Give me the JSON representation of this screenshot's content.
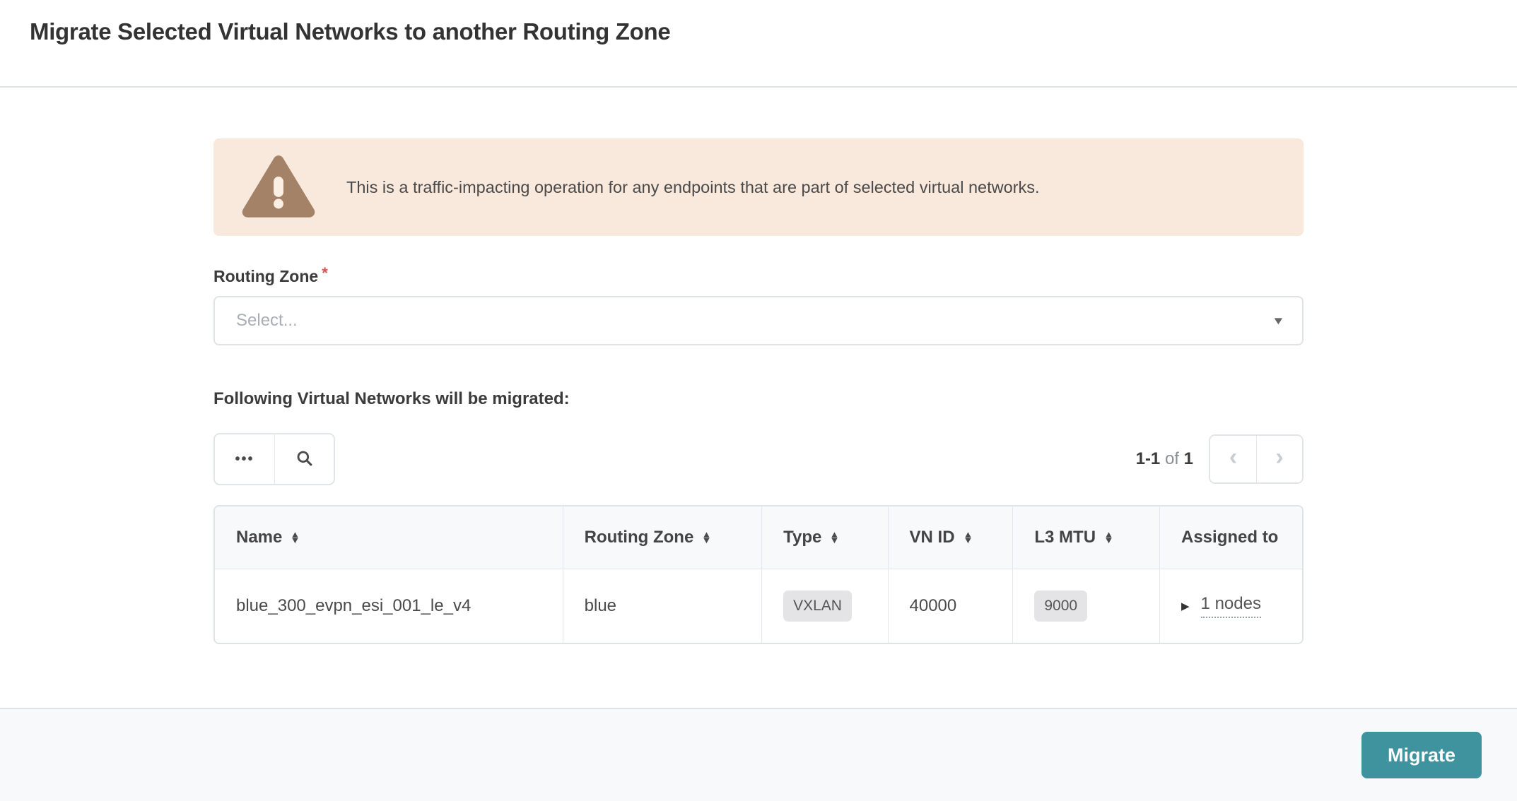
{
  "page": {
    "title": "Migrate Selected Virtual Networks to another Routing Zone"
  },
  "warning": {
    "text": "This is a traffic-impacting operation for any endpoints that are part of selected virtual networks."
  },
  "form": {
    "routing_zone_label": "Routing Zone",
    "required_marker": "*",
    "select_placeholder": "Select..."
  },
  "section": {
    "heading": "Following Virtual Networks will be migrated:"
  },
  "icons": {
    "ellipsis": "•••",
    "caret_down": "▼",
    "sort_asc": "▲",
    "sort_desc": "▼",
    "chevron_left": "‹",
    "chevron_right": "›",
    "expander_right": "▶"
  },
  "pagination": {
    "range": "1-1",
    "of_word": "of",
    "total": "1"
  },
  "table": {
    "columns": [
      {
        "label": "Name",
        "sortable": true
      },
      {
        "label": "Routing Zone",
        "sortable": true
      },
      {
        "label": "Type",
        "sortable": true
      },
      {
        "label": "VN ID",
        "sortable": true
      },
      {
        "label": "L3 MTU",
        "sortable": true
      },
      {
        "label": "Assigned to",
        "sortable": false
      }
    ],
    "rows": [
      {
        "name": "blue_300_evpn_esi_001_le_v4",
        "routing_zone": "blue",
        "type": "VXLAN",
        "vn_id": "40000",
        "l3_mtu": "9000",
        "assigned_to": "1 nodes"
      }
    ]
  },
  "footer": {
    "migrate_label": "Migrate"
  },
  "colors": {
    "accent_teal": "#3e939f",
    "warning_bg": "#f9e8dc",
    "warning_icon": "#a38268",
    "required_red": "#d9534f",
    "border_gray": "#dfe3e8"
  }
}
